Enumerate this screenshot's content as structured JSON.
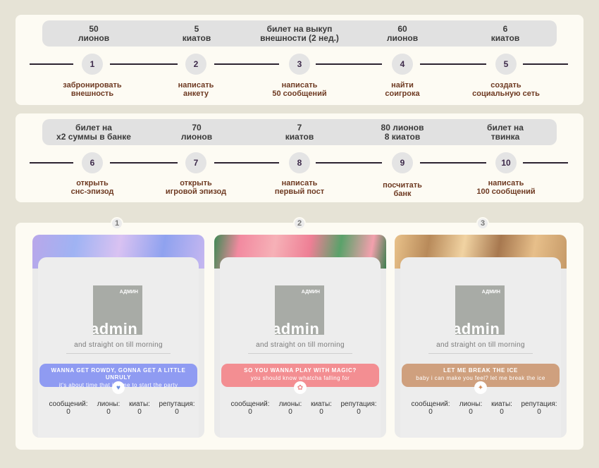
{
  "tasks_row_1": {
    "rewards": [
      "50\nлионов",
      "5\nкиатов",
      "билет на выкуп\nвнешности (2 нед.)",
      "60\nлионов",
      "6\nкиатов"
    ],
    "steps": [
      {
        "num": "1",
        "label": "забронировать\nвнешность"
      },
      {
        "num": "2",
        "label": "написать\nанкету"
      },
      {
        "num": "3",
        "label": "написать\n50 сообщений"
      },
      {
        "num": "4",
        "label": "найти\nсоигрока"
      },
      {
        "num": "5",
        "label": "создать\nсоциальную сеть"
      }
    ]
  },
  "tasks_row_2": {
    "rewards": [
      "билет на\nx2 суммы в банке",
      "70\nлионов",
      "7\nкиатов",
      "80 лионов\n8 киатов",
      "билет на\nтвинка"
    ],
    "steps": [
      {
        "num": "6",
        "label": "открыть\nснс-эпизод"
      },
      {
        "num": "7",
        "label": "открыть\nигровой эпизод"
      },
      {
        "num": "8",
        "label": "написать\nпервый пост"
      },
      {
        "num": "9",
        "label": "посчитать\nбанк"
      },
      {
        "num": "10",
        "label": "написать\n100 сообщений"
      }
    ]
  },
  "cards": [
    {
      "num": "1",
      "avatar_tag": "АДМИН",
      "avatar_name": "admin",
      "tagline": "and straight on till morning",
      "quote_title": "WANNA GET ROWDY, GONNA GET A LITTLE UNRULY",
      "quote_sub": "it's about time that i came to start the party",
      "quote_color": "#8f9bf2",
      "icon": "heart-icon",
      "icon_glyph": "♥",
      "icon_color": "#6a8fe0",
      "stats": [
        {
          "label": "сообщений:",
          "value": "0"
        },
        {
          "label": "лионы:",
          "value": "0"
        },
        {
          "label": "киаты:",
          "value": "0"
        },
        {
          "label": "репутация:",
          "value": "0"
        }
      ]
    },
    {
      "num": "2",
      "avatar_tag": "АДМИН",
      "avatar_name": "admin",
      "tagline": "and straight on till morning",
      "quote_title": "SO YOU WANNA PLAY WITH MAGIC?",
      "quote_sub": "you should know whatcha falling for",
      "quote_color": "#f38e92",
      "icon": "flower-icon",
      "icon_glyph": "✿",
      "icon_color": "#ec8a8a",
      "stats": [
        {
          "label": "сообщений:",
          "value": "0"
        },
        {
          "label": "лионы:",
          "value": "0"
        },
        {
          "label": "киаты:",
          "value": "0"
        },
        {
          "label": "репутация:",
          "value": "0"
        }
      ]
    },
    {
      "num": "3",
      "avatar_tag": "АДМИН",
      "avatar_name": "admin",
      "tagline": "and straight on till morning",
      "quote_title": "LET ME BREAK THE ICE",
      "quote_sub": "baby i can make you feel? let me break the ice",
      "quote_color": "#cfa07e",
      "icon": "sparkle-icon",
      "icon_glyph": "✦",
      "icon_color": "#d38d5a",
      "stats": [
        {
          "label": "сообщений:",
          "value": "0"
        },
        {
          "label": "лионы:",
          "value": "0"
        },
        {
          "label": "киаты:",
          "value": "0"
        },
        {
          "label": "репутация:",
          "value": "0"
        }
      ]
    }
  ]
}
